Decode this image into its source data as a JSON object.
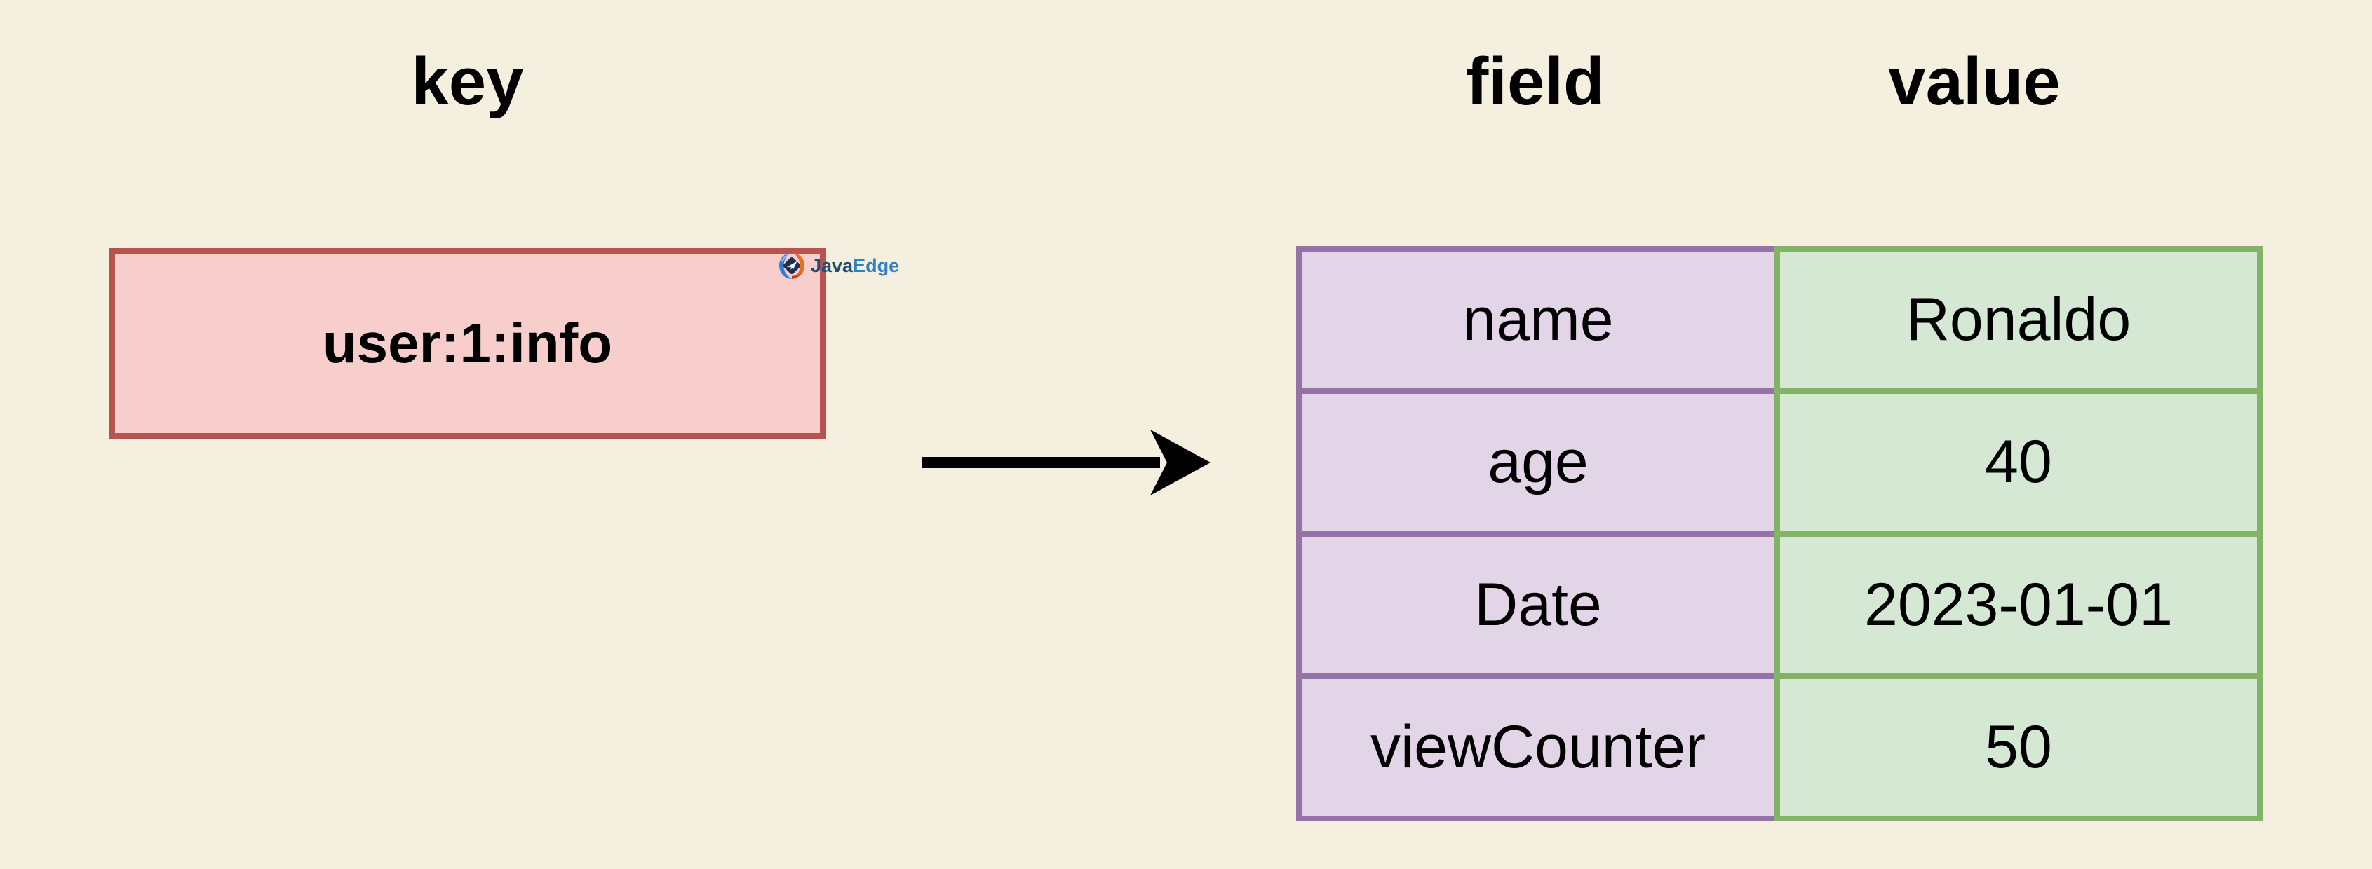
{
  "diagram": {
    "headings": {
      "key": "key",
      "field": "field",
      "value": "value"
    },
    "key_box": {
      "label": "user:1:info"
    },
    "watermark": {
      "java": "Java",
      "edge": "Edge"
    },
    "hash_table": {
      "rows": [
        {
          "field": "name",
          "value": "Ronaldo"
        },
        {
          "field": "age",
          "value": "40"
        },
        {
          "field": "Date",
          "value": "2023-01-01"
        },
        {
          "field": "viewCounter",
          "value": "50"
        }
      ]
    },
    "colors": {
      "background": "#f5efdf",
      "key_fill": "#f8cecc",
      "key_stroke": "#b85450",
      "field_fill": "#e1d5e7",
      "field_stroke": "#9673a6",
      "value_fill": "#d5e8d4",
      "value_stroke": "#82b366",
      "arrow": "#000000",
      "watermark_java": "#1f4e79",
      "watermark_edge": "#2e81c4"
    }
  }
}
